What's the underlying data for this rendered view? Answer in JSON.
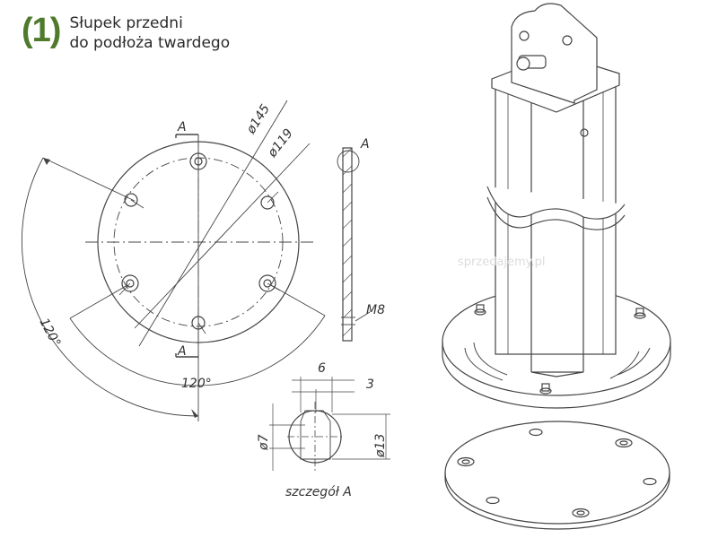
{
  "header": {
    "step_number": "(1)",
    "title_line_1": "Słupek przedni",
    "title_line_2": "do podłoża twardego"
  },
  "drawing": {
    "section_marker": "A",
    "diameter_outer": "ø145",
    "diameter_bolt_circle": "ø119",
    "angle_left": "120°",
    "angle_bottom": "120°",
    "thread_label": "M8",
    "dim_6": "6",
    "dim_3": "3",
    "dim_7": "ø7",
    "dim_13": "ø13",
    "detail_caption": "szczegół A",
    "watermark": "sprzedajemy.pl"
  },
  "colors": {
    "accent_green": "#4f7a2c",
    "line": "#444444"
  }
}
